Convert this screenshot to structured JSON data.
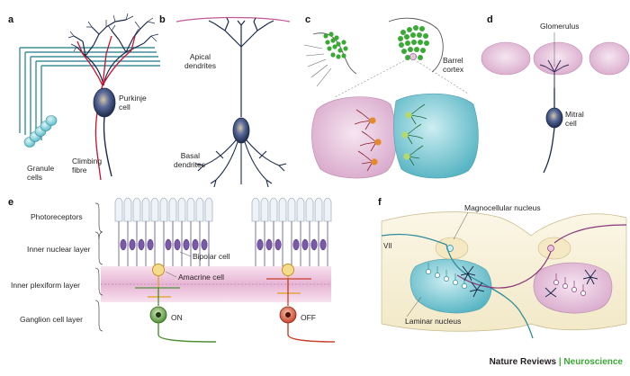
{
  "panels": {
    "a": {
      "letter": "a",
      "purkinje": "Purkinje",
      "purkinje2": "cell",
      "granule": "Granule",
      "granule2": "cells",
      "climbing": "Climbing",
      "climbing2": "fibre"
    },
    "b": {
      "letter": "b",
      "apical": "Apical",
      "apical2": "dendrites",
      "basal": "Basal",
      "basal2": "dendrites"
    },
    "c": {
      "letter": "c",
      "barrel": "Barrel",
      "barrel2": "cortex"
    },
    "d": {
      "letter": "d",
      "glomerulus": "Glomerulus",
      "mitral": "Mitral",
      "mitral2": "cell"
    },
    "e": {
      "letter": "e",
      "layers": [
        "Photoreceptors",
        "Inner nuclear layer",
        "Inner plexiform layer",
        "Ganglion cell layer"
      ],
      "bipolar": "Bipolar cell",
      "amacrine": "Amacrine cell",
      "on": "ON",
      "off": "OFF"
    },
    "f": {
      "letter": "f",
      "magnocellular": "Magnocellular nucleus",
      "vii": "VII",
      "laminar": "Laminar nucleus"
    }
  },
  "credit": {
    "journal": "Nature Reviews",
    "sep": " | ",
    "section": "Neuroscience"
  },
  "colors": {
    "accent_green": "#3aa935",
    "neuron_navy": "#1c2a4a",
    "dendrite_red": "#c8102e",
    "pink": "#e7c3dd",
    "teal": "#8fcfd8"
  }
}
